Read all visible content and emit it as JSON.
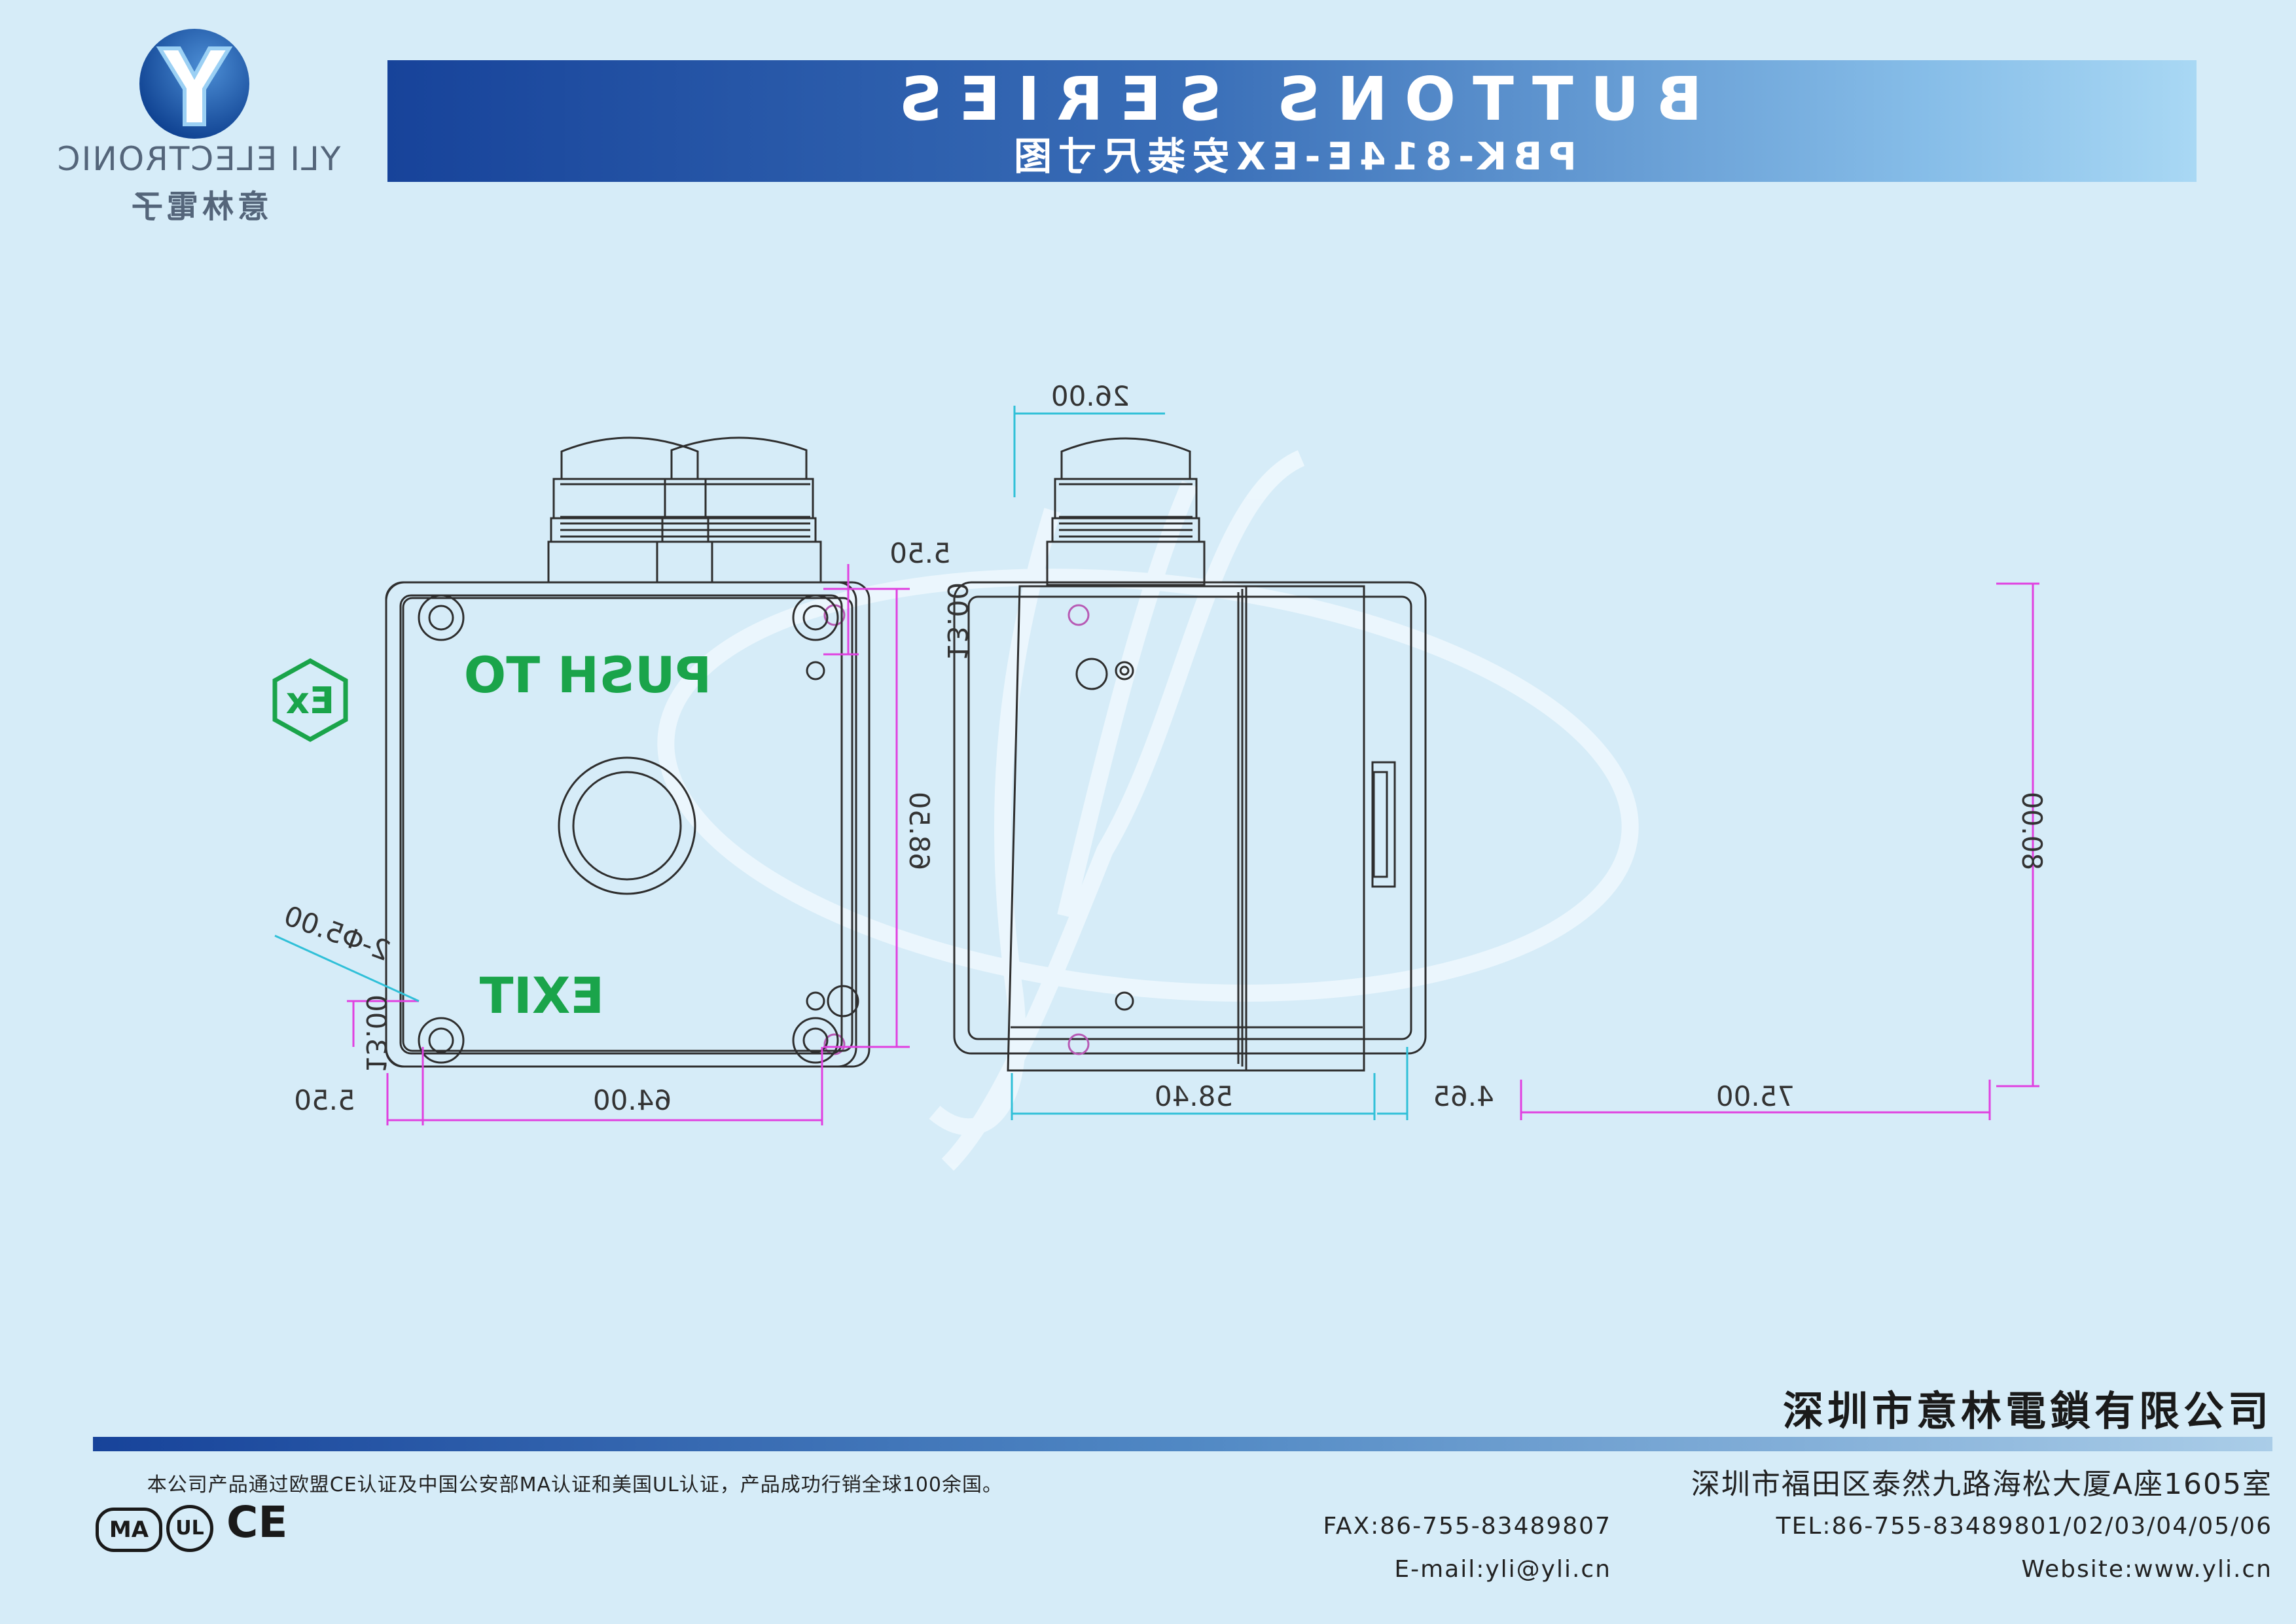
{
  "header": {
    "title": "BUTTONS SERIES",
    "subtitle": "PBK-814E-EX安装尺寸图"
  },
  "logo": {
    "brand_en": "YLI ELECTRONIC",
    "brand_cn": "意林電子",
    "icon": "yli-y-emblem-icon"
  },
  "drawing": {
    "front_view": {
      "dim_hole_pitch_x": "64.00",
      "dim_edge_offset_bottom": "5.50",
      "dim_edge_offset_top": "5.50",
      "dim_hole_offset_bottom": "13.00",
      "dim_hole_offset_top": "13.00",
      "dim_hole_pitch_y": "68.50",
      "dim_hole_spec": "2-Φ5.00"
    },
    "side_view": {
      "dim_gland_width": "26.00",
      "dim_depth": "58.40",
      "dim_button_protrusion": "4.65"
    },
    "rear_view": {
      "dim_width": "75.00",
      "dim_height": "80.00",
      "label_top": "PUSH TO",
      "label_bottom": "EXIT",
      "ex_mark": "Ex"
    }
  },
  "colors": {
    "background": "#d6ecf8",
    "band_dark": "#17439a",
    "band_light": "#a9d8f4",
    "dimension_line": "#e040e0",
    "dimension_line_alt": "#30c0d8",
    "label_green": "#1aa44a"
  },
  "footer": {
    "company_name": "深圳市意林電鎖有限公司",
    "address": "深圳市福田区泰然九路海松大厦A座1605室",
    "tel": "TEL:86-755-83489801/02/03/04/05/06",
    "fax": "FAX:86-755-83489807",
    "website": "Website:www.yli.cn",
    "email": "E-mail:yli@yli.cn",
    "cert_text": "本公司产品通过欧盟CE认证及中国公安部MA认证和美国UL认证，产品成功行销全球100余国。",
    "cert_ce": "CE",
    "cert_ul": "UL",
    "cert_ma": "MA",
    "cert_icons": [
      "ce-mark-icon",
      "ul-mark-icon",
      "ma-mark-icon"
    ]
  }
}
